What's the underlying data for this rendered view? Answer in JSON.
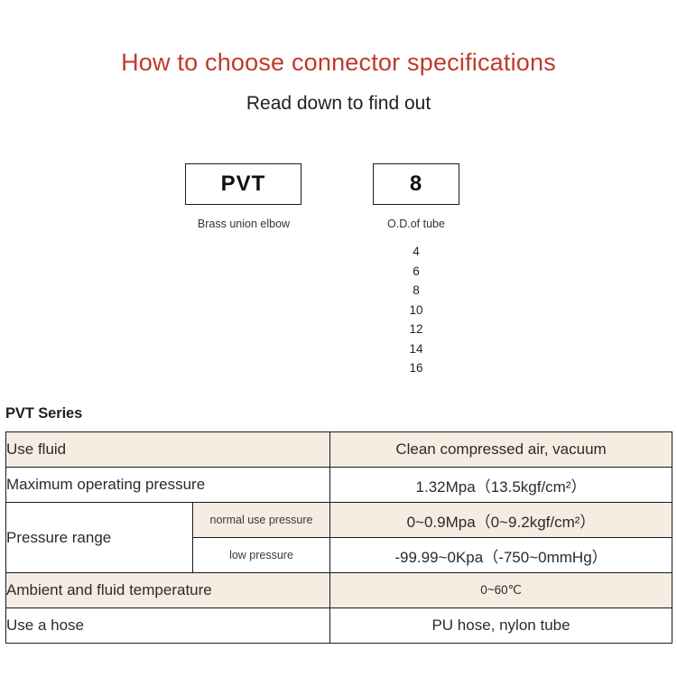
{
  "header": {
    "title": "How to choose connector specifications",
    "subtitle": "Read down to find out",
    "title_color": "#c0392b"
  },
  "selector": {
    "boxes": [
      {
        "code": "PVT",
        "caption": "Brass union elbow"
      },
      {
        "code": "8",
        "caption": "O.D.of tube"
      }
    ],
    "tube_sizes": [
      "4",
      "6",
      "8",
      "10",
      "12",
      "14",
      "16"
    ]
  },
  "spec": {
    "series_heading": "PVT Series",
    "accent_row_color": "#f6ece2",
    "rows": [
      {
        "label": "Use fluid",
        "value": "Clean compressed air, vacuum"
      },
      {
        "label": "Maximum operating pressure",
        "value": "1.32Mpa（13.5kgf/cm²）"
      },
      {
        "label": "Pressure range",
        "sub_rows": [
          {
            "sublabel": "normal use pressure",
            "value": "0~0.9Mpa（0~9.2kgf/cm²）"
          },
          {
            "sublabel": "low pressure",
            "value": "-99.99~0Kpa（-750~0mmHg）"
          }
        ]
      },
      {
        "label": "Ambient and fluid temperature",
        "value": "0~60℃"
      },
      {
        "label": "Use a hose",
        "value": "PU hose, nylon tube"
      }
    ]
  }
}
